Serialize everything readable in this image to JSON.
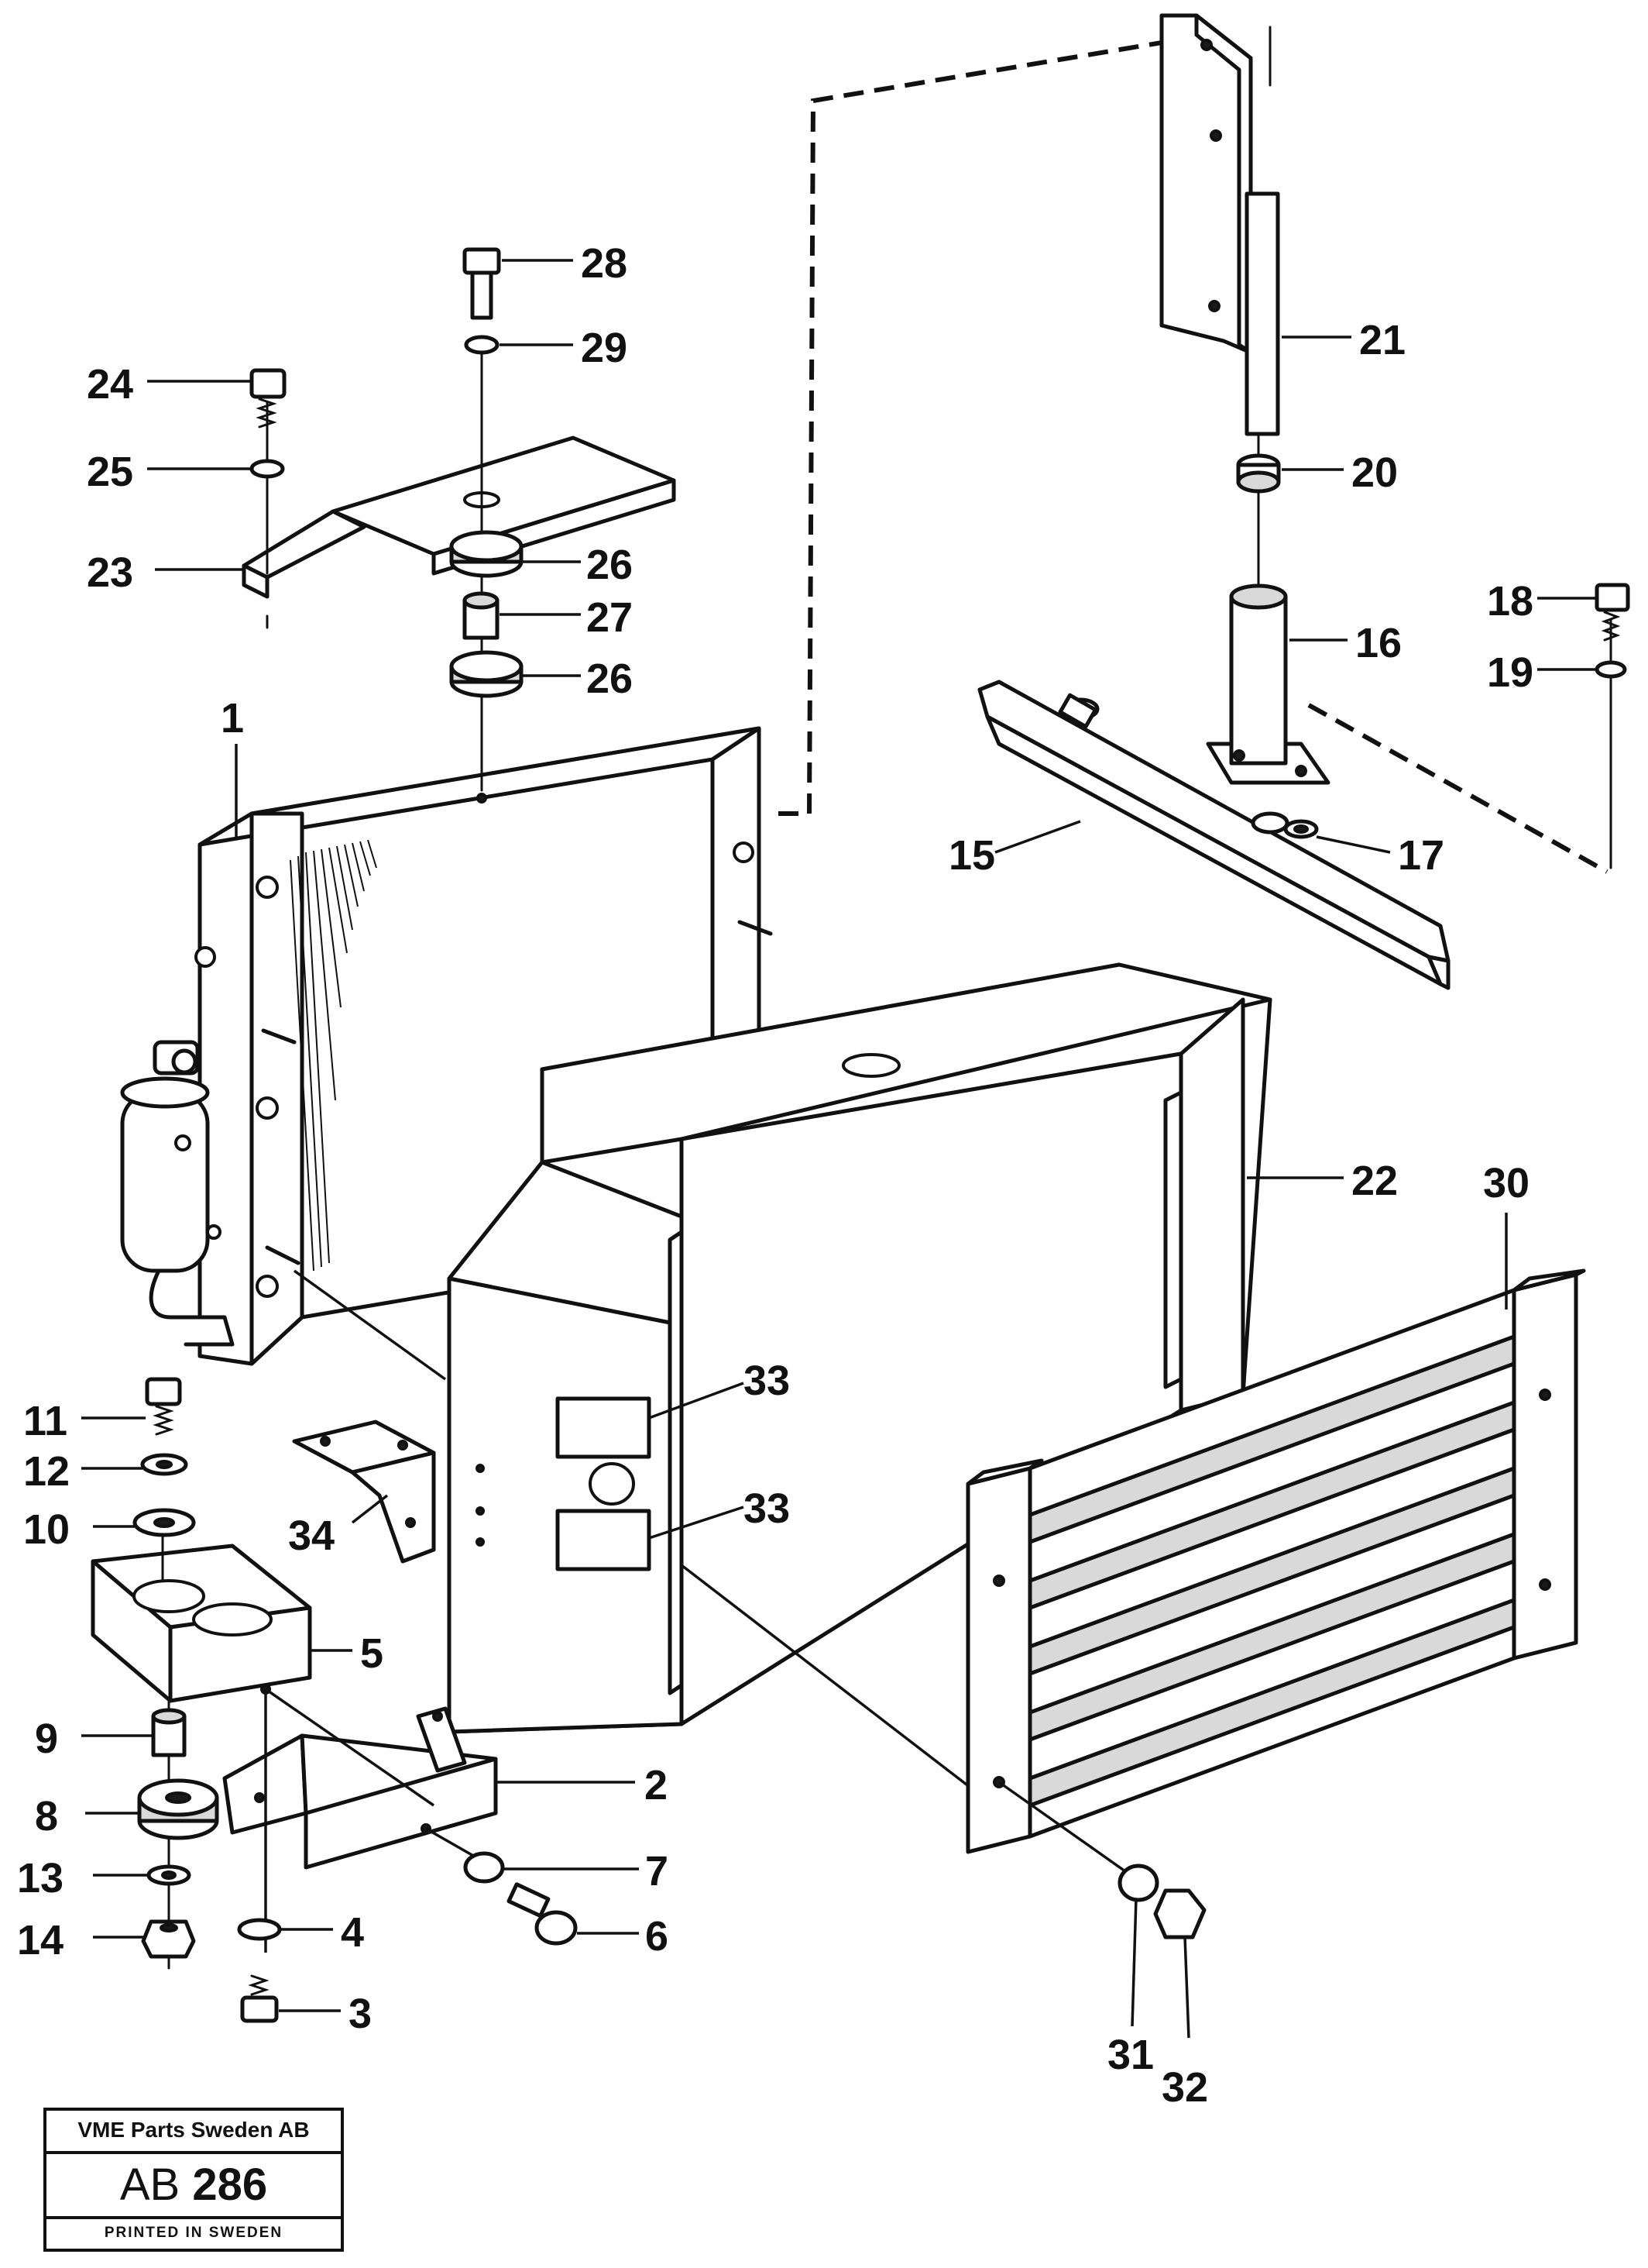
{
  "callouts": [
    {
      "id": "c1",
      "text": "1"
    },
    {
      "id": "c2",
      "text": "2"
    },
    {
      "id": "c3",
      "text": "3"
    },
    {
      "id": "c4",
      "text": "4"
    },
    {
      "id": "c5",
      "text": "5"
    },
    {
      "id": "c6",
      "text": "6"
    },
    {
      "id": "c7",
      "text": "7"
    },
    {
      "id": "c8",
      "text": "8"
    },
    {
      "id": "c9",
      "text": "9"
    },
    {
      "id": "c10",
      "text": "10"
    },
    {
      "id": "c11",
      "text": "11"
    },
    {
      "id": "c12",
      "text": "12"
    },
    {
      "id": "c13",
      "text": "13"
    },
    {
      "id": "c14",
      "text": "14"
    },
    {
      "id": "c15",
      "text": "15"
    },
    {
      "id": "c16",
      "text": "16"
    },
    {
      "id": "c17",
      "text": "17"
    },
    {
      "id": "c18",
      "text": "18"
    },
    {
      "id": "c19",
      "text": "19"
    },
    {
      "id": "c20",
      "text": "20"
    },
    {
      "id": "c21",
      "text": "21"
    },
    {
      "id": "c22",
      "text": "22"
    },
    {
      "id": "c23",
      "text": "23"
    },
    {
      "id": "c24",
      "text": "24"
    },
    {
      "id": "c25",
      "text": "25"
    },
    {
      "id": "c26a",
      "text": "26"
    },
    {
      "id": "c26b",
      "text": "26"
    },
    {
      "id": "c27",
      "text": "27"
    },
    {
      "id": "c28",
      "text": "28"
    },
    {
      "id": "c29",
      "text": "29"
    },
    {
      "id": "c30",
      "text": "30"
    },
    {
      "id": "c31",
      "text": "31"
    },
    {
      "id": "c32",
      "text": "32"
    },
    {
      "id": "c33a",
      "text": "33"
    },
    {
      "id": "c33b",
      "text": "33"
    },
    {
      "id": "c34",
      "text": "34"
    }
  ],
  "title_block": {
    "company": "VME Parts Sweden AB",
    "drawing_prefix": "AB",
    "drawing_number": "286",
    "printed": "PRINTED IN SWEDEN"
  }
}
